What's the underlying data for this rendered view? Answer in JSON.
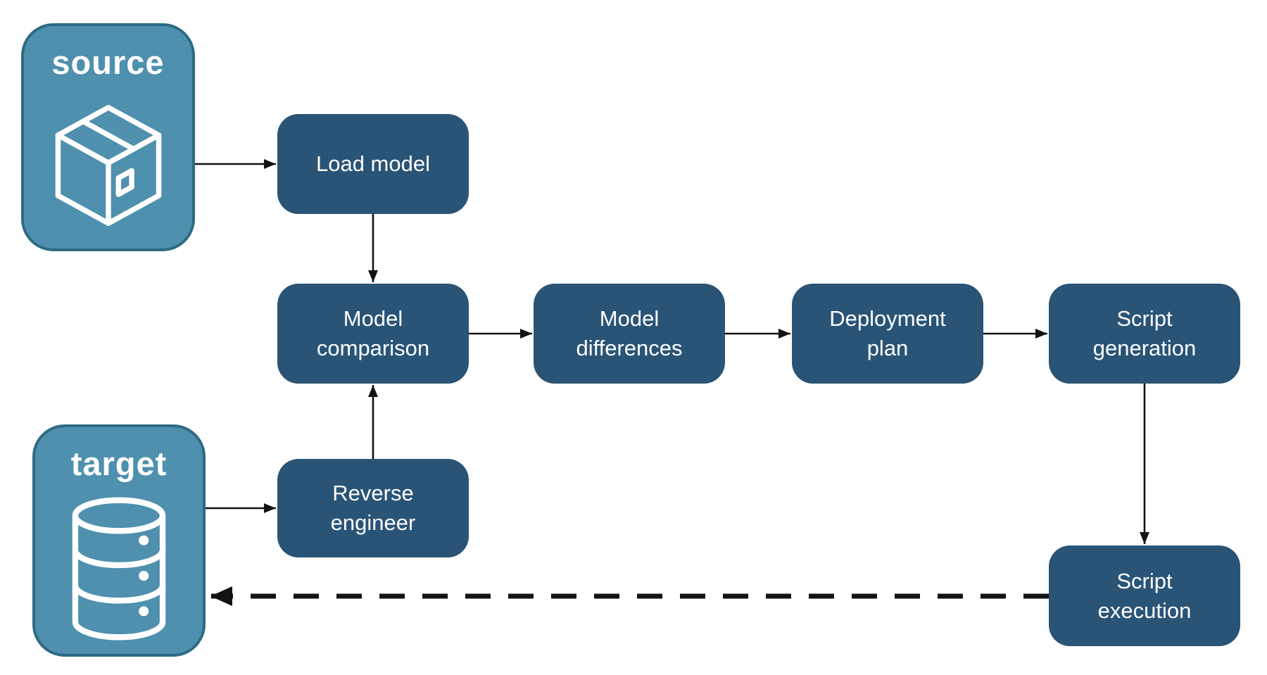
{
  "diagram": {
    "type": "flowchart",
    "description": "Database schema deployment pipeline from source model to target database",
    "colors": {
      "container_fill": "#4E90AE",
      "container_border": "#2E6B85",
      "node_fill": "#2A5476",
      "node_text": "#FFFFFF",
      "arrow": "#131313",
      "background": "#FFFFFF"
    },
    "containers": {
      "source": {
        "label": "source",
        "icon": "package-icon"
      },
      "target": {
        "label": "target",
        "icon": "database-icon"
      }
    },
    "nodes": {
      "load_model": {
        "label": "Load model"
      },
      "model_comparison": {
        "label": "Model comparison"
      },
      "model_differences": {
        "label": "Model differences"
      },
      "deployment_plan": {
        "label": "Deployment plan"
      },
      "script_generation": {
        "label": "Script generation"
      },
      "reverse_engineer": {
        "label": "Reverse engineer"
      },
      "script_execution": {
        "label": "Script execution"
      }
    },
    "edges": [
      {
        "from": "source",
        "to": "load_model",
        "style": "solid"
      },
      {
        "from": "load_model",
        "to": "model_comparison",
        "style": "solid"
      },
      {
        "from": "target",
        "to": "reverse_engineer",
        "style": "solid"
      },
      {
        "from": "reverse_engineer",
        "to": "model_comparison",
        "style": "solid"
      },
      {
        "from": "model_comparison",
        "to": "model_differences",
        "style": "solid"
      },
      {
        "from": "model_differences",
        "to": "deployment_plan",
        "style": "solid"
      },
      {
        "from": "deployment_plan",
        "to": "script_generation",
        "style": "solid"
      },
      {
        "from": "script_generation",
        "to": "script_execution",
        "style": "solid"
      },
      {
        "from": "script_execution",
        "to": "target",
        "style": "dashed-bold"
      }
    ]
  }
}
